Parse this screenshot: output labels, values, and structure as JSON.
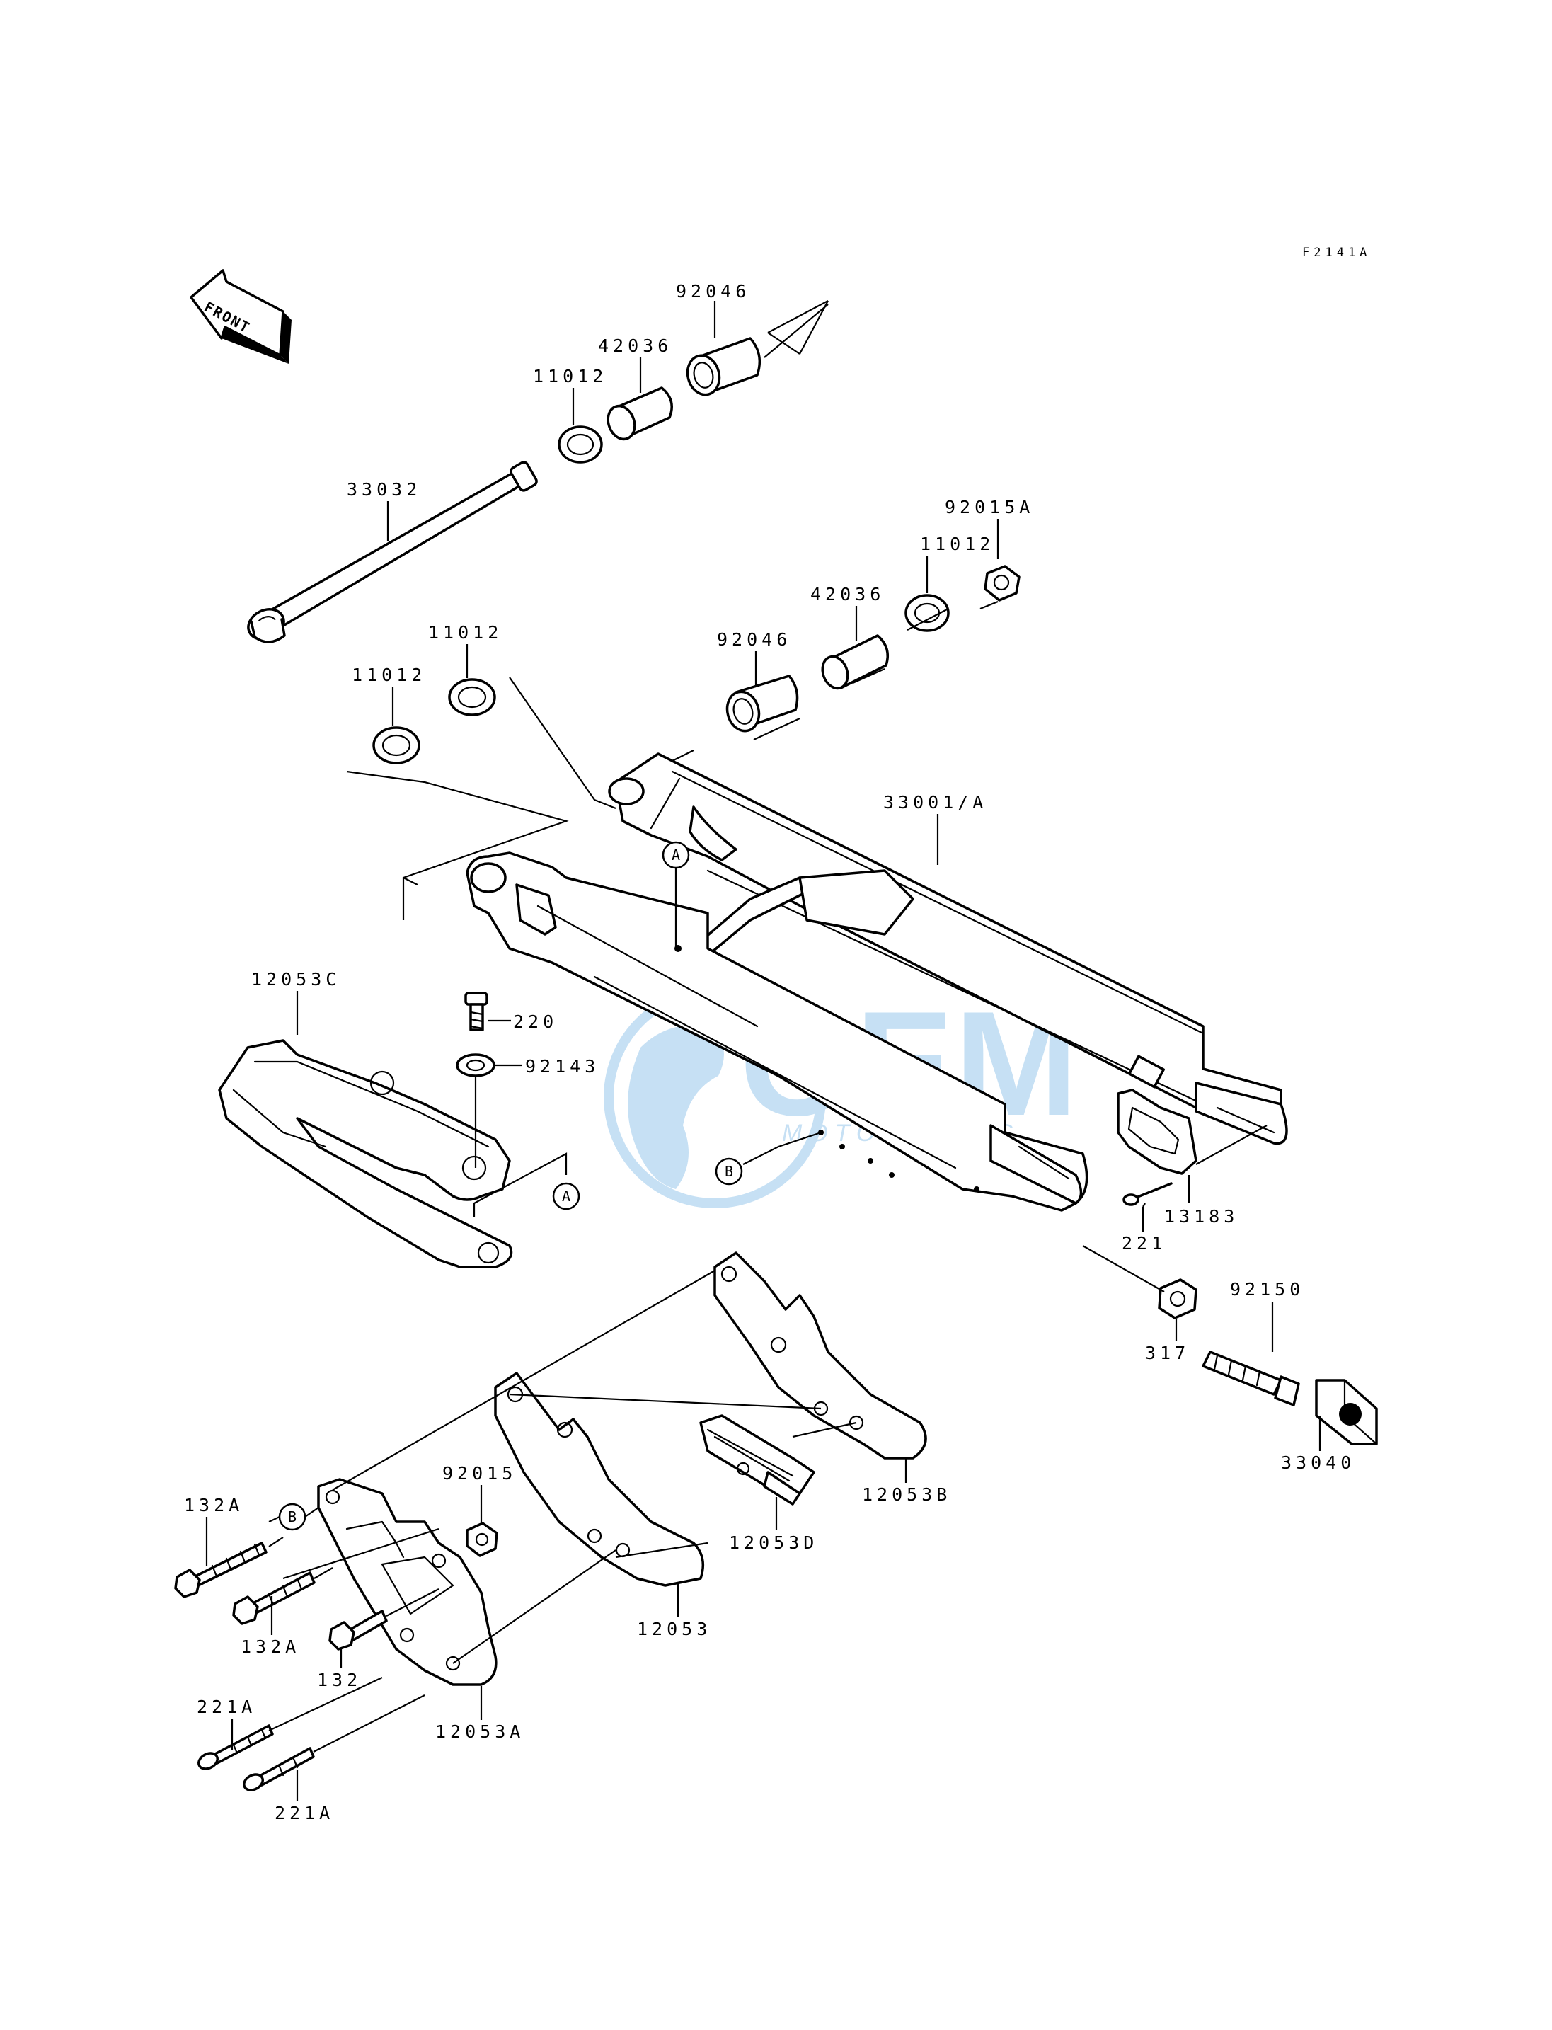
{
  "figure_code": "F2141A",
  "front_indicator": {
    "label": "FRONT",
    "icon": "front-direction-arrow-icon"
  },
  "watermark": {
    "brand": "OEM",
    "sub": "MOTORPARTS",
    "color": "#8fc3ea"
  },
  "callouts": {
    "a": "A",
    "b": "B"
  },
  "labels": {
    "p92046_top": "92046",
    "p42036_top": "42036",
    "p11012_top": "11012",
    "p33032": "33032",
    "p92015A": "92015A",
    "p11012_right": "11012",
    "p42036_right": "42036",
    "p92046_right": "92046",
    "p11012_mid": "11012",
    "p11012_left": "11012",
    "p33001A": "33001/A",
    "p12053C": "12053C",
    "p220": "220",
    "p92143": "92143",
    "p13183": "13183",
    "p221": "221",
    "p92150": "92150",
    "p317": "317",
    "p33040": "33040",
    "p92015": "92015",
    "p132A_1": "132A",
    "p132A_2": "132A",
    "p132": "132",
    "p12053B": "12053B",
    "p12053D": "12053D",
    "p12053": "12053",
    "p221A_1": "221A",
    "p221A_2": "221A",
    "p12053A": "12053A"
  }
}
